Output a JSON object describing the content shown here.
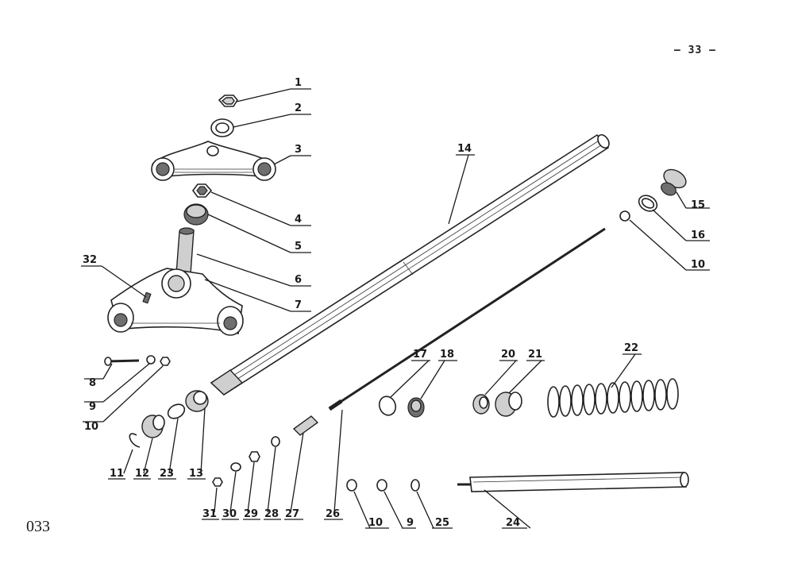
{
  "page": {
    "number_label": "— 33 —",
    "file_label": "033"
  },
  "callouts": [
    "1",
    "2",
    "3",
    "4",
    "5",
    "6",
    "7",
    "32",
    "8",
    "9",
    "10",
    "11",
    "12",
    "23",
    "13",
    "31",
    "30",
    "29",
    "28",
    "27",
    "26",
    "14",
    "15",
    "16",
    "10",
    "17",
    "18",
    "20",
    "21",
    "22",
    "10",
    "9",
    "25",
    "24"
  ]
}
